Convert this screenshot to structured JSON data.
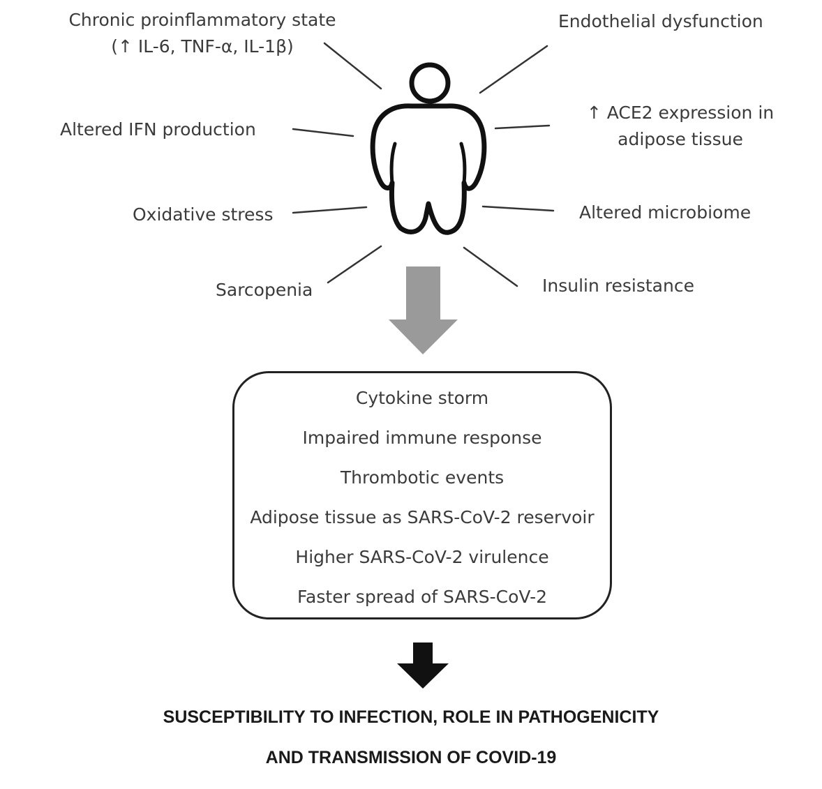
{
  "factors": {
    "inflammation_line1": "Chronic proinflammatory state",
    "inflammation_line2": "(↑ IL-6, TNF-α, IL-1β)",
    "endothelial": "Endothelial dysfunction",
    "ifn": "Altered IFN production",
    "ace2_line1": "↑ ACE2 expression  in",
    "ace2_line2": "adipose tissue",
    "oxidative": "Oxidative stress",
    "microbiome": "Altered microbiome",
    "sarcopenia": "Sarcopenia",
    "insulin": "Insulin resistance"
  },
  "outcomes": [
    "Cytokine storm",
    "Impaired immune response",
    "Thrombotic events",
    "Adipose tissue as SARS-CoV-2 reservoir",
    "Higher SARS-CoV-2 virulence",
    "Faster spread of SARS-CoV-2"
  ],
  "conclusion": {
    "line1": "SUSCEPTIBILITY TO INFECTION, ROLE IN PATHOGENICITY",
    "line2": "AND TRANSMISSION OF COVID-19"
  },
  "colors": {
    "gray_arrow": "#9a9a9a",
    "black_arrow": "#111111",
    "outline": "#111111",
    "text": "#3b3b3b"
  },
  "icons": {
    "person": "obese-person-icon"
  }
}
